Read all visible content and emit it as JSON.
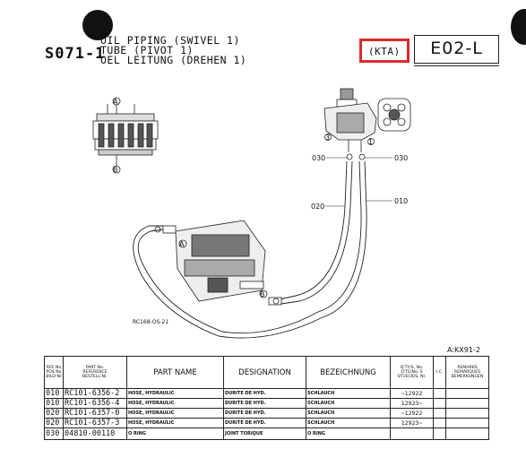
{
  "header": {
    "section_code": "S071-1",
    "titles": [
      "OIL PIPING (SWIVEL 1)",
      "TUBE (PIVOT 1)",
      "OEL LEITUNG (DREHEN 1)"
    ],
    "model_code": "(KTA)",
    "page_code": "E02-L"
  },
  "diagram": {
    "callouts": [
      "030",
      "030",
      "010",
      "020"
    ],
    "circle_letters": [
      "A",
      "B",
      "A",
      "B",
      "3",
      "1"
    ],
    "drawing_code": "RC168-OS-21",
    "sheet_ref": "A:KX91-2"
  },
  "table": {
    "headers": {
      "ref_no": [
        "REF No",
        "POS No",
        "BILD-Nr"
      ],
      "part_no": [
        "PART No.",
        "REFERENCE",
        "BESTELL-Nr."
      ],
      "part_name": "PART NAME",
      "designation": "DESIGNATION",
      "bezeichnung": "BEZEICHNUNG",
      "serial": [
        "Q'TY/S, No.",
        "Q'TE/No. S",
        "STUECK/S, Nr."
      ],
      "ic": "I.C.",
      "remarks": [
        "REMARKS",
        "REMARQUES",
        "BEMERKUNGEN"
      ]
    },
    "rows": [
      {
        "ref": "010",
        "part_no": "RC101-6356-2",
        "name": "HOSE, HYDRAULIC",
        "designation": "DURITE DE HYD.",
        "bezeichnung": "SCHLAUCH",
        "serial": "~12922",
        "ic": ""
      },
      {
        "ref": "010",
        "part_no": "RC101-6356-4",
        "name": "HOSE, HYDRAULIC",
        "designation": "DURITE DE HYD.",
        "bezeichnung": "SCHLAUCH",
        "serial": "12923~",
        "ic": ""
      },
      {
        "ref": "020",
        "part_no": "RC101-6357-0",
        "name": "HOSE, HYDRAULIC",
        "designation": "DURITE DE HYD.",
        "bezeichnung": "SCHLAUCH",
        "serial": "~12922",
        "ic": ""
      },
      {
        "ref": "020",
        "part_no": "RC101-6357-3",
        "name": "HOSE, HYDRAULIC",
        "designation": "DURITE DE HYD.",
        "bezeichnung": "SCHLAUCH",
        "serial": "12923~",
        "ic": ""
      },
      {
        "ref": "030",
        "part_no": "04810-00110",
        "name": "O RING",
        "designation": "JOINT TORIQUE",
        "bezeichnung": "O RING",
        "serial": "",
        "ic": ""
      }
    ]
  }
}
